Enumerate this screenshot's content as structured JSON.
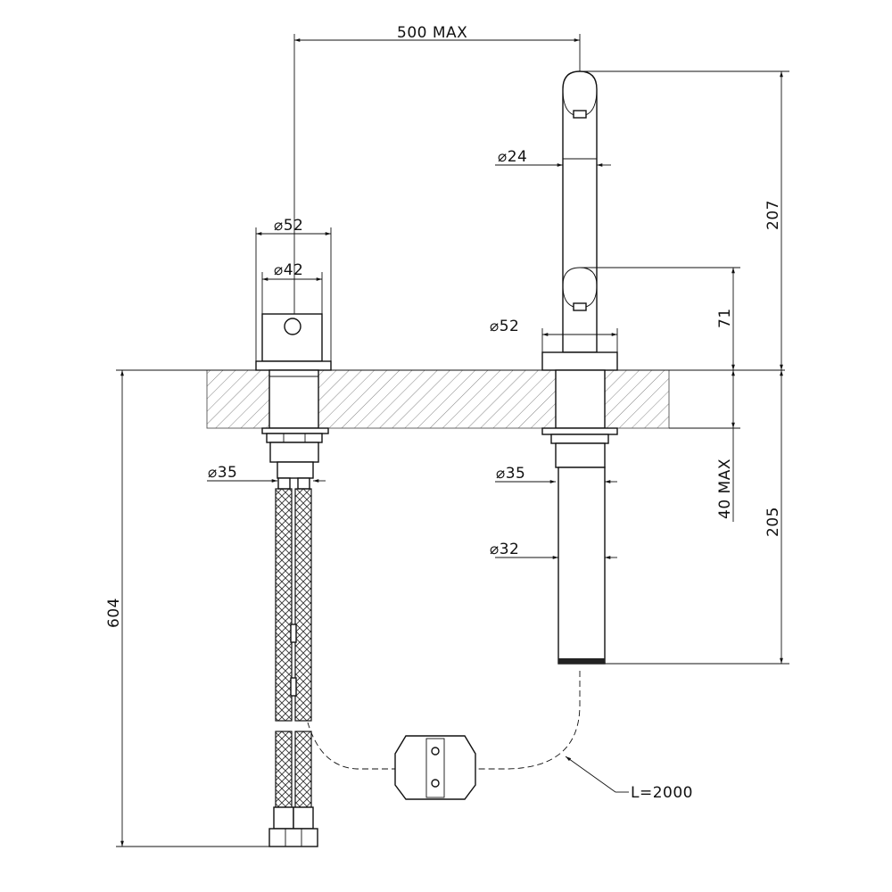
{
  "dimensions": {
    "max_reach": "500  MAX",
    "handle_outer_diameter": "⌀52",
    "handle_inner_diameter": "⌀42",
    "spout_diameter": "⌀24",
    "spout_base_diameter": "⌀52",
    "mixer_shank_diameter": "⌀35",
    "spout_shank_diameter": "⌀35",
    "spout_tube_diameter": "⌀32",
    "spout_height": "207",
    "outlet_height": "71",
    "deck_thickness": "40  MAX",
    "below_deck_length": "205",
    "total_hose_length": "604",
    "cable_length": "L=2000"
  }
}
